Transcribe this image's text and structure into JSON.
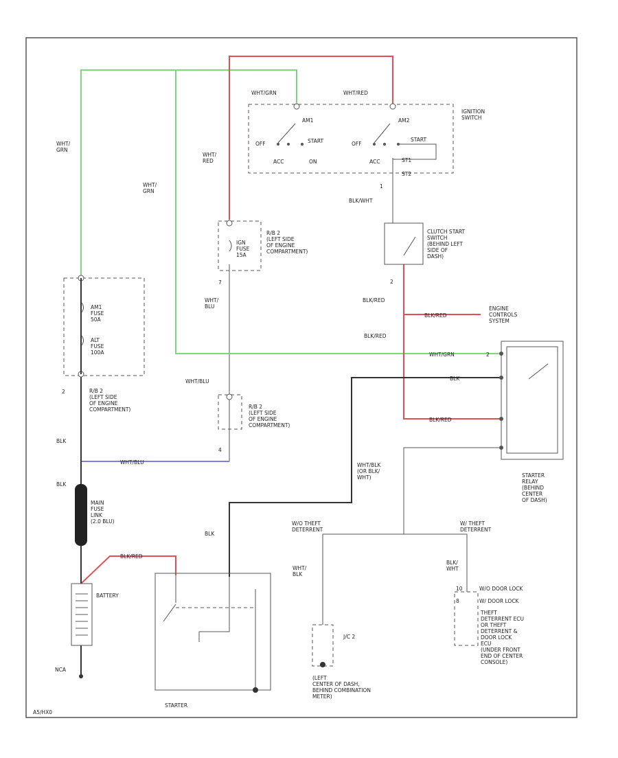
{
  "colors": {
    "grn": "#7fd67f",
    "red": "#e05050",
    "blu": "#8080e0",
    "blk": "#333333",
    "wht": "#aaaaaa"
  },
  "wire_labels": {
    "wht_grn_left": "WHT/\nGRN",
    "wht_grn_mid": "WHT/\nGRN",
    "wht_red": "WHT/\nRED",
    "wht_blu": "WHT/\nBLU",
    "blk_wht": "BLK/WHT",
    "blk_red_1": "BLK/RED",
    "blk_red_2": "BLK/RED",
    "blk_red_3": "BLK/RED",
    "blk_red_4": "BLK/RED",
    "blk_red_bat": "BLK/RED",
    "wht_grn_relay": "WHT/GRN",
    "blk_relay": "BLK",
    "blk_left_1": "BLK",
    "blk_left_2": "BLK",
    "wht_blu_horiz": "WHT/BLU",
    "wht_blu_upper": "WHT/BLU",
    "blk_starter": "BLK",
    "wht_blk": "WHT/BLK\n(OR BLK/\nWHT)",
    "wht_blk_theft": "WHT/\nBLK",
    "blk_wht_door": "BLK/\nWHT"
  },
  "components": {
    "ignition_switch": "IGNITION\nSWITCH",
    "sw_top_left": "WHT/GRN",
    "sw_top_right": "WHT/RED",
    "sw_am1": "AM1",
    "sw_am2": "AM2",
    "sw_off_l": "OFF",
    "sw_off_r": "OFF",
    "sw_start_l": "START",
    "sw_start_r": "START",
    "sw_acc_l": "ACC",
    "sw_acc_r": "ACC",
    "sw_on": "ON",
    "sw_st1": "ST1",
    "sw_st2": "ST2",
    "pin_1": "1",
    "clutch_switch": "CLUTCH START\nSWITCH\n(BEHIND LEFT\nSIDE OF\nDASH)",
    "pin_2": "2",
    "r_b_2_top": "R/B 2\n(LEFT SIDE\nOF ENGINE\nCOMPARTMENT)",
    "ign_fuse": "IGN\nFUSE\n15A",
    "pin_7": "7",
    "am1_fuse": "AM1\nFUSE\n50A",
    "alt_fuse": "ALT\nFUSE\n100A",
    "pin_2b": "2",
    "r_b_2_left": "R/B 2\n(LEFT SIDE\nOF ENGINE\nCOMPARTMENT)",
    "r_b_2_mid": "R/B 2\n(LEFT SIDE\nOF ENGINE\nCOMPARTMENT)",
    "pin_4": "4",
    "engine_controls": "ENGINE\nCONTROLS\nSYSTEM",
    "starter_relay": "STARTER\nRELAY\n(BEHIND\nCENTER\nOF DASH)",
    "relay_pin_2": "2",
    "main_fuse": "MAIN\nFUSE\nLINK\n(2.0 BLU)",
    "battery": "BATTERY",
    "nca": "NCA",
    "starter": "STARTER",
    "wo_theft": "W/O THEFT\nDETERRENT",
    "w_theft": "W/ THEFT\nDETERRENT",
    "jc2": "J/C 2",
    "jc_desc": "(LEFT\nCENTER OF DASH,\nBEHIND COMBINATION\nMETER)",
    "door_lock_wo": "W/O DOOR LOCK",
    "door_lock_w": "W/ DOOR LOCK",
    "pin_10": "10",
    "pin_8": "8",
    "theft_ecu": "THEFT\nDETERRENT ECU\nOR THEFT\nDETERRENT &\nDOOR LOCK\nECU\n(UNDER FRONT\nEND OF CENTER\nCONSOLE)",
    "code": "A5/HX0"
  }
}
